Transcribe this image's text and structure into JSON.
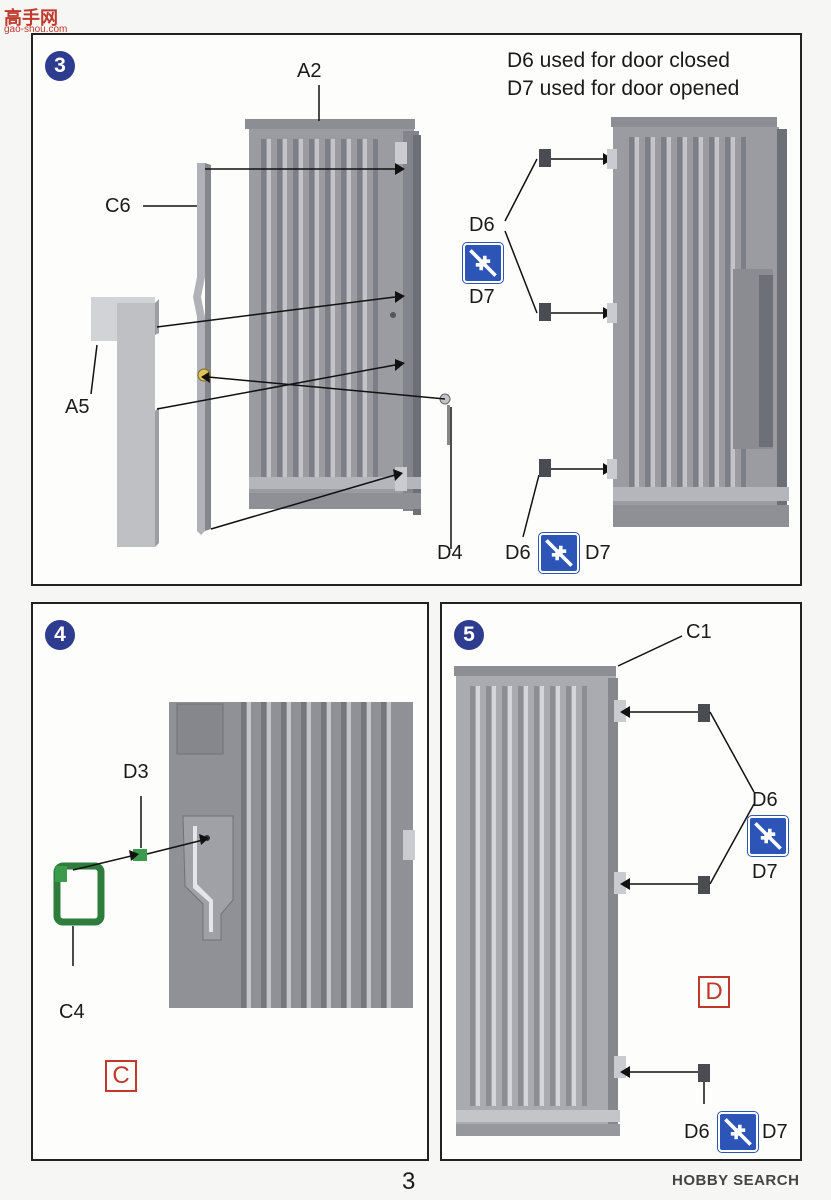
{
  "header": {
    "site_logo": "高手网",
    "site_url": "gao-shou.com"
  },
  "page_number": "3",
  "watermark": "HOBBY SEARCH",
  "steps": [
    {
      "number": "3",
      "notes": [
        "D6 used for door closed",
        "D7 used for door opened"
      ],
      "labels": {
        "a2": "A2",
        "c6": "C6",
        "a5": "A5",
        "d4": "D4",
        "d6_top": "D6",
        "d7_top": "D7",
        "d6_bottom": "D6",
        "d7_bottom": "D7"
      }
    },
    {
      "number": "4",
      "labels": {
        "d3": "D3",
        "c4": "C4"
      },
      "section": "C"
    },
    {
      "number": "5",
      "labels": {
        "c1": "C1",
        "d6_mid": "D6",
        "d7_mid": "D7",
        "d6_bottom": "D6",
        "d7_bottom": "D7"
      },
      "section": "D"
    }
  ],
  "icons": {
    "swap": "swap-arrows-icon"
  }
}
